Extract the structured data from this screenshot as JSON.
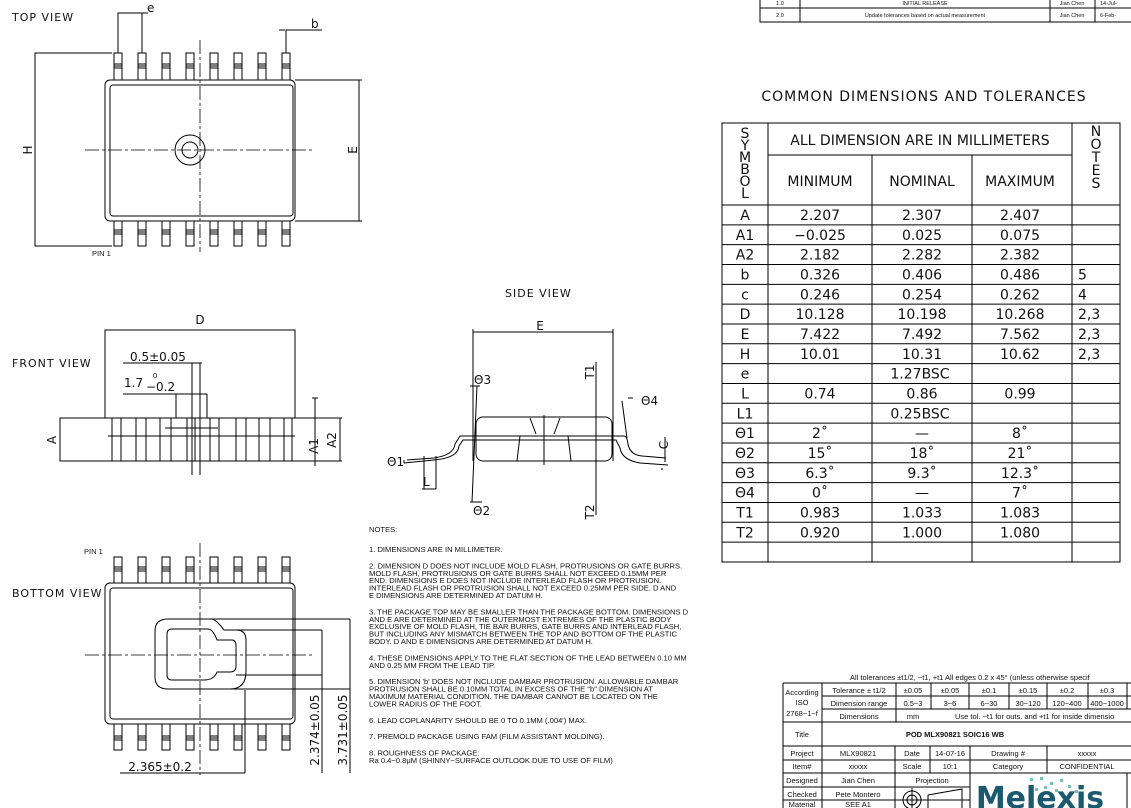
{
  "revision_table": {
    "rows": [
      {
        "rev": "1.0",
        "description": "INITIAL RELEASE",
        "by": "Jian Chen",
        "date": "14-Jul-"
      },
      {
        "rev": "2.0",
        "description": "Update tolerances based on actual measurement",
        "by": "Jian Chen",
        "date": "6-Feb-"
      }
    ]
  },
  "views": {
    "top": {
      "label": "TOP VIEW",
      "pin1": "PIN 1",
      "dims": {
        "e": "e",
        "b": "b",
        "H": "H",
        "E": "E"
      }
    },
    "front": {
      "label": "FRONT VIEW",
      "dims": {
        "D": "D",
        "lead_width": "0.5±0.05",
        "tab_main": "1.7",
        "tab_upper": "0",
        "tab_lower": "−0.2",
        "A": "A",
        "A1": "A1",
        "A2": "A2"
      }
    },
    "side": {
      "label": "SIDE VIEW",
      "dims": {
        "E": "E",
        "T1": "T1",
        "T2": "T2",
        "theta1": "Θ1",
        "theta2": "Θ2",
        "theta3": "Θ3",
        "theta4": "Θ4",
        "L": "L",
        "C": "C"
      }
    },
    "bottom": {
      "label": "BOTTOM VIEW",
      "pin1": "PIN 1",
      "dims": {
        "pad_h": "2.374±0.05",
        "pad_outer_h": "3.731±0.05",
        "pad_offset": "2.365±0.2"
      }
    }
  },
  "notes": {
    "heading": "NOTES:",
    "items": [
      [
        "1. DIMENSIONS ARE IN MILLIMETER."
      ],
      [
        "2. DIMENSION D DOES NOT INCLUDE MOLD FLASH, PROTRUSIONS OR GATE BURRS.",
        "    MOLD FLASH, PROTRUSIONS OR GATE BURRS SHALL NOT EXCEED 0.15MM PER",
        "    END. DIMENSIONS E DOES NOT INCLUDE INTERLEAD FLASH OR PROTRUSION.",
        "    INTERLEAD FLASH OR PROTRUSION SHALL NOT EXCEED 0.25MM PER SIDE. D AND",
        "    E DIMENSIONS ARE DETERMINED AT DATUM H."
      ],
      [
        "3. THE PACKAGE TOP MAY BE SMALLER THAN THE PACKAGE BOTTOM. DIMENSIONS D",
        "    AND E ARE DETERMINED AT THE OUTERMOST EXTREMES OF THE PLASTIC BODY",
        "    EXCLUSIVE OF MOLD FLASH, TIE BAR BURRS, GATE BURRS AND INTERLEAD FLASH,",
        "    BUT INCLUDING ANY MISMATCH BETWEEN THE TOP AND BOTTOM OF THE PLASTIC",
        "    BODY. D AND E DIMENSIONS ARE DETERMINED AT DATUM H."
      ],
      [
        "4. THESE DIMENSIONS APPLY TO THE FLAT SECTION OF THE LEAD BETWEEN 0.10 MM",
        "    AND 0.25 MM FROM THE LEAD TIP."
      ],
      [
        "5. DIMENSION 'b' DOES NOT INCLUDE DAMBAR PROTRUSION. ALLOWABLE DAMBAR",
        "    PROTRUSION SHALL BE 0.10MM TOTAL IN EXCESS OF THE \"b\" DIMENSION AT",
        "    MAXIMUM MATERIAL CONDITION. THE DAMBAR CANNOT BE LOCATED ON THE",
        "    LOWER RADIUS OF THE FOOT."
      ],
      [
        "6. LEAD COPLANARITY SHOULD BE 0 TO 0.1MM (.004') MAX."
      ],
      [
        "7. PREMOLD PACKAGE USING FAM (FILM ASSISTANT MOLDING)."
      ],
      [
        "8. ROUGHNESS OF PACKAGE:",
        "       Ra 0.4−0.8μM (SHINNY−SURFACE OUTLOOK DUE TO USE OF FILM)"
      ]
    ]
  },
  "dimension_table": {
    "title": "COMMON DIMENSIONS AND TOLERANCES",
    "symbol_header": "SYMBOL",
    "units_header": "ALL DIMENSION ARE IN MILLIMETERS",
    "notes_header": "NOTES",
    "columns": [
      "MINIMUM",
      "NOMINAL",
      "MAXIMUM"
    ],
    "rows": [
      {
        "symbol": "A",
        "min": "2.207",
        "nom": "2.307",
        "max": "2.407",
        "note": ""
      },
      {
        "symbol": "A1",
        "min": "−0.025",
        "nom": "0.025",
        "max": "0.075",
        "note": ""
      },
      {
        "symbol": "A2",
        "min": "2.182",
        "nom": "2.282",
        "max": "2.382",
        "note": ""
      },
      {
        "symbol": "b",
        "min": "0.326",
        "nom": "0.406",
        "max": "0.486",
        "note": "5"
      },
      {
        "symbol": "c",
        "min": "0.246",
        "nom": "0.254",
        "max": "0.262",
        "note": "4"
      },
      {
        "symbol": "D",
        "min": "10.128",
        "nom": "10.198",
        "max": "10.268",
        "note": "2,3"
      },
      {
        "symbol": "E",
        "min": "7.422",
        "nom": "7.492",
        "max": "7.562",
        "note": "2,3"
      },
      {
        "symbol": "H",
        "min": "10.01",
        "nom": "10.31",
        "max": "10.62",
        "note": "2,3"
      },
      {
        "symbol": "e",
        "span": "1.27BSC",
        "note": ""
      },
      {
        "symbol": "L",
        "min": "0.74",
        "nom": "0.86",
        "max": "0.99",
        "note": ""
      },
      {
        "symbol": "L1",
        "span": "0.25BSC",
        "note": ""
      },
      {
        "symbol": "Θ1",
        "min": "2˚",
        "nom": "—",
        "max": "8˚",
        "note": ""
      },
      {
        "symbol": "Θ2",
        "min": "15˚",
        "nom": "18˚",
        "max": "21˚",
        "note": ""
      },
      {
        "symbol": "Θ3",
        "min": "6.3˚",
        "nom": "9.3˚",
        "max": "12.3˚",
        "note": ""
      },
      {
        "symbol": "Θ4",
        "min": "0˚",
        "nom": "—",
        "max": "7˚",
        "note": ""
      },
      {
        "symbol": "T1",
        "min": "0.983",
        "nom": "1.033",
        "max": "1.083",
        "note": ""
      },
      {
        "symbol": "T2",
        "min": "0.920",
        "nom": "1.000",
        "max": "1.080",
        "note": ""
      },
      {
        "symbol": "",
        "min": "",
        "nom": "",
        "max": "",
        "note": ""
      }
    ]
  },
  "title_block": {
    "general_note": "All tolerances ±t1/2, −t1, +t1    All edges 0.2 x 45° (unless otherwise specif",
    "standard": [
      "According",
      "ISO",
      "2768−1−f"
    ],
    "tolerance_label": "Tolerance ± t1/2",
    "tolerances": [
      "±0.05",
      "±0.05",
      "±0.1",
      "±0.15",
      "±0.2",
      "±0.3"
    ],
    "range_label": "Dimension range",
    "ranges": [
      "0.5−3",
      "3−6",
      "6−30",
      "30−120",
      "120−400",
      "400−1000"
    ],
    "dimensions_label": "Dimensions",
    "dimensions_unit": "mm",
    "dimensions_note": "Use tol. −t1 for outs. and +t1 for inside dimensio",
    "title_label": "Title",
    "title": "POD MLX90821 SOIC16 WB",
    "project_label": "Project",
    "project": "MLX90821",
    "date_label": "Date",
    "date": "14-07-16",
    "drawing_label": "Drawing #",
    "drawing": "xxxxx",
    "item_label": "Item#",
    "item": "xxxxx",
    "scale_label": "Scale",
    "scale": "10:1",
    "category_label": "Category",
    "category": "CONFIDENTIAL",
    "designed_label": "Designed",
    "designed": "Jian Chen",
    "checked_label": "Checked",
    "checked": "Pete Montero",
    "material_label": "Material",
    "material": "SEE A1",
    "projection_label": "Projection",
    "logo": "Melexis",
    "accent_color": "#c00000",
    "logo_color": "#1b5a6e",
    "logo_dot_color": "#6fc3b0"
  }
}
